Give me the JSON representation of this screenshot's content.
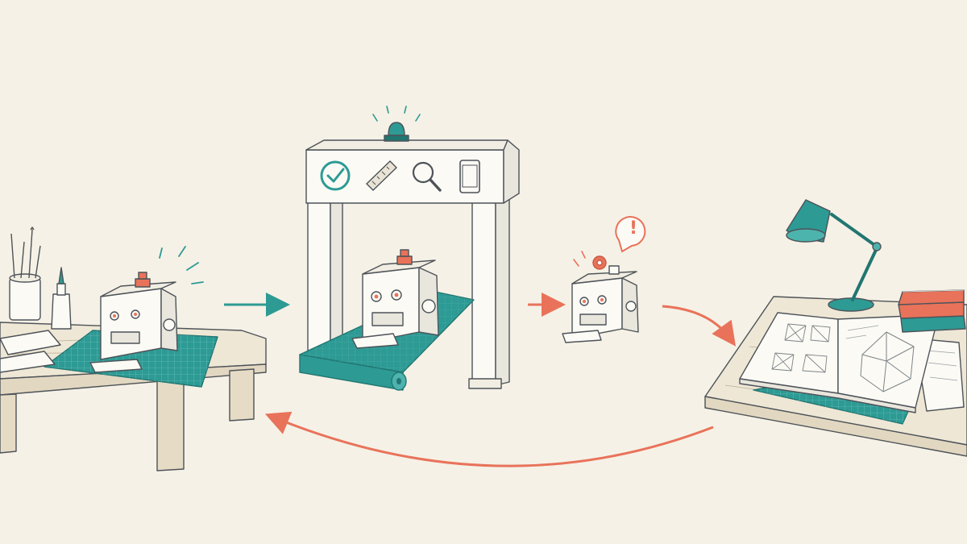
{
  "scene": {
    "stages": [
      {
        "id": "prototype-workbench"
      },
      {
        "id": "inspection-gate"
      },
      {
        "id": "flagged-unit"
      },
      {
        "id": "design-desk"
      }
    ],
    "gate_icons": [
      "check-circle-icon",
      "ruler-icon",
      "magnifier-icon",
      "smartphone-icon"
    ],
    "alert_symbol": "!",
    "colors": {
      "background": "#f5f1e6",
      "ink": "#4d5358",
      "teal": "#2e9a94",
      "teal_dark": "#217671",
      "coral": "#e8735a",
      "paper": "#fbfaf5",
      "wood": "#efe7d6"
    }
  }
}
